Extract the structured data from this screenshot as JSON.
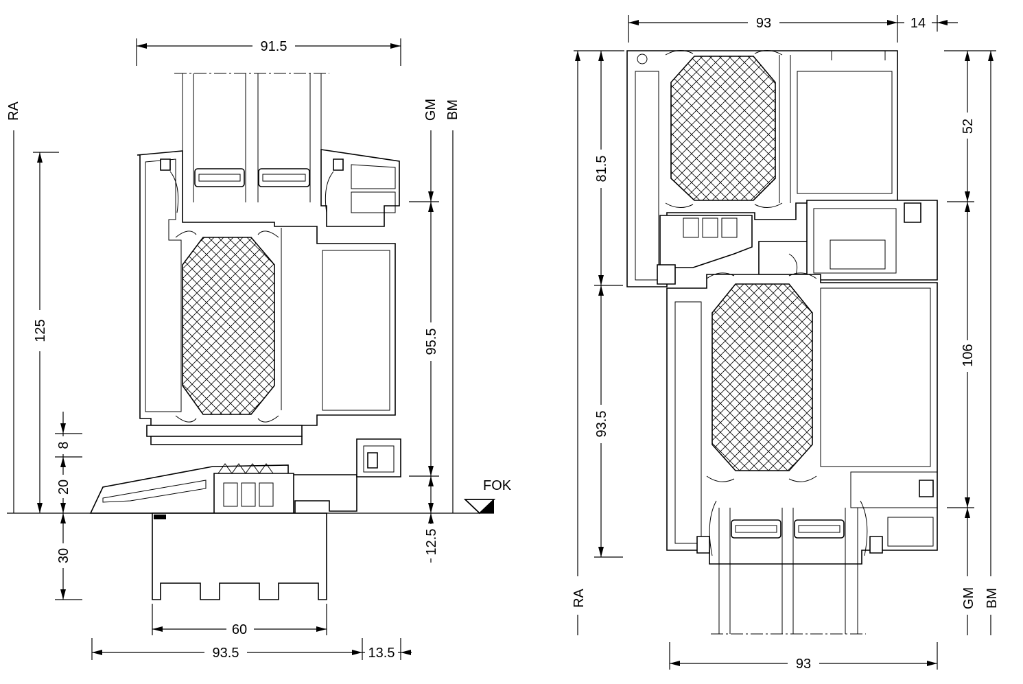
{
  "left_section": {
    "dims": {
      "top_width": "91.5",
      "left_height": "125",
      "dim_8": "8",
      "dim_20": "20",
      "dim_30": "30",
      "right_height": "95.5",
      "dim_12_5": "12.5",
      "sill_width": "60",
      "bottom_width": "93.5",
      "bottom_overhang": "13.5"
    },
    "labels": {
      "ra": "RA",
      "gm": "GM",
      "bm": "BM",
      "fok": "FOK"
    }
  },
  "right_section": {
    "dims": {
      "top_width": "93",
      "top_overhang": "14",
      "upper_left": "81.5",
      "lower_left": "93.5",
      "upper_right": "52",
      "lower_right": "106",
      "bottom_width": "93"
    },
    "labels": {
      "ra": "RA",
      "gm": "GM",
      "bm": "BM"
    }
  }
}
